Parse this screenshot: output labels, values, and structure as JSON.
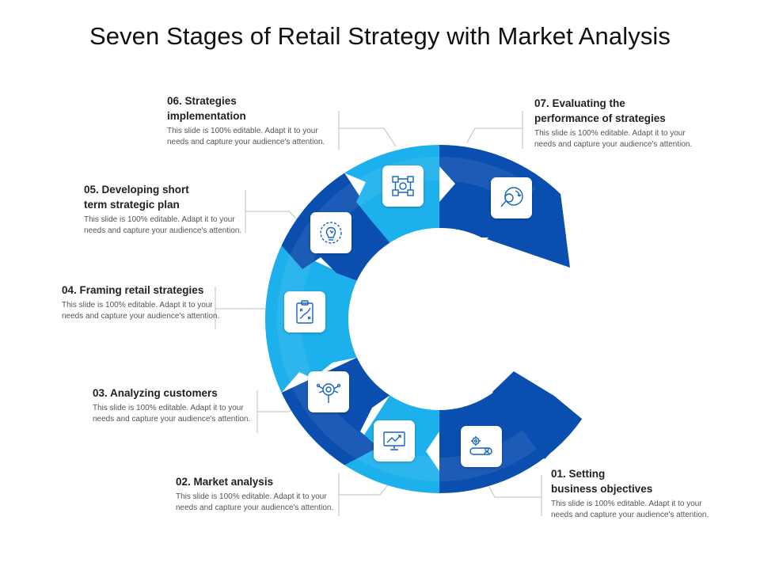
{
  "title": "Seven Stages of Retail Strategy with Market Analysis",
  "colors": {
    "dark_blue": "#0a4fb0",
    "light_blue": "#1cb0ec",
    "icon_stroke": "#1565c0"
  },
  "stages": [
    {
      "number": "01.",
      "heading": "01. Setting business objectives",
      "line1": "01. Setting",
      "line2": "business objectives",
      "desc": "This slide is 100% editable. Adapt it to your needs and capture your audience's attention.",
      "icon": "gear-person-icon"
    },
    {
      "number": "02.",
      "heading": "02. Market analysis",
      "line1": "02. Market analysis",
      "line2": "",
      "desc": "This slide is 100% editable. Adapt it to your needs and capture your audience's attention.",
      "icon": "trend-monitor-icon"
    },
    {
      "number": "03.",
      "heading": "03. Analyzing customers",
      "line1": "03. Analyzing customers",
      "line2": "",
      "desc": "This slide is 100% editable. Adapt it to your needs and capture your audience's attention.",
      "icon": "target-magnifier-icon"
    },
    {
      "number": "04.",
      "heading": "04. Framing retail strategies",
      "line1": "04. Framing retail strategies",
      "line2": "",
      "desc": "This slide is 100% editable. Adapt it to your needs and capture your audience's attention.",
      "icon": "clipboard-strategy-icon"
    },
    {
      "number": "05.",
      "heading": "05. Developing short term strategic plan",
      "line1": "05. Developing short",
      "line2": "term strategic plan",
      "desc": "This slide is 100% editable. Adapt it to your needs and capture your audience's attention.",
      "icon": "lightbulb-idea-icon"
    },
    {
      "number": "06.",
      "heading": "06. Strategies implementation",
      "line1": "06. Strategies",
      "line2": "implementation",
      "desc": "This slide is 100% editable. Adapt it to your needs and capture your audience's attention.",
      "icon": "flowchart-icon"
    },
    {
      "number": "07.",
      "heading": "07. Evaluating the performance of strategies",
      "line1": "07. Evaluating the",
      "line2": "performance of strategies",
      "desc": "This slide is 100% editable. Adapt it to your needs and capture your audience's attention.",
      "icon": "magnifier-cycle-icon"
    }
  ]
}
